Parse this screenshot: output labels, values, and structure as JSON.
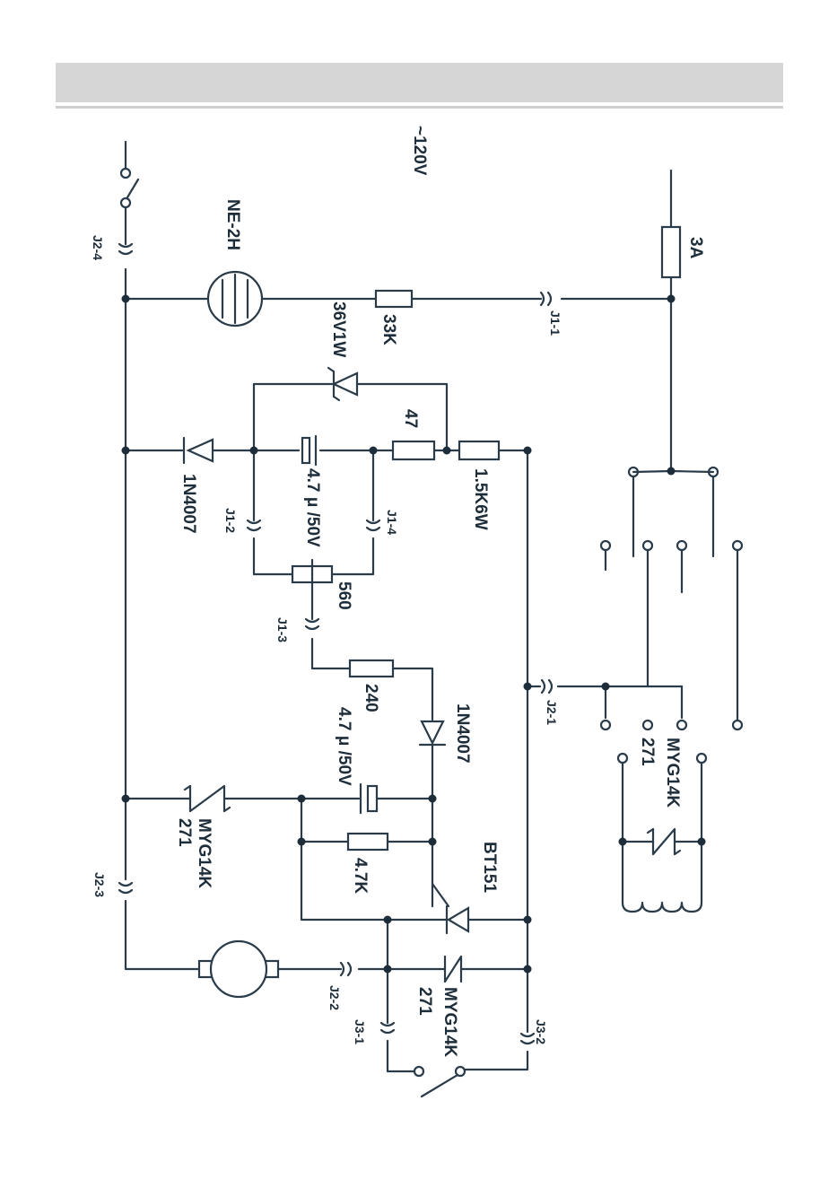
{
  "header": {
    "title": ""
  },
  "diagram": {
    "supply": "~120V",
    "fuse": "3A",
    "neon_lamp": "NE-2H",
    "resistor_33k": "33K",
    "zener": "36V1W",
    "resistor_47": "47",
    "resistor_1_5k": "1.5K6W",
    "diode_top": "1N4007",
    "cap_top": "4.7 μ /50V",
    "pot": "560",
    "resistor_240": "240",
    "diode_mid": "1N4007",
    "cap_mid": "4.7 μ /50V",
    "resistor_4_7k": "4.7K",
    "scr": "BT151",
    "varistor_left_a": "MYG14K",
    "varistor_left_b": "271",
    "varistor_right_a": "MYG14K",
    "varistor_right_b": "271",
    "varistor_bottom_a": "MYG14K",
    "varistor_bottom_b": "271",
    "connectors": {
      "j1_1": "J1-1",
      "j1_2": "J1-2",
      "j1_3": "J1-3",
      "j1_4": "J1-4",
      "j2_1": "J2-1",
      "j2_2": "J2-2",
      "j2_3": "J2-3",
      "j2_4": "J2-4",
      "j3_1": "J3-1",
      "j3_2": "J3-2"
    }
  }
}
